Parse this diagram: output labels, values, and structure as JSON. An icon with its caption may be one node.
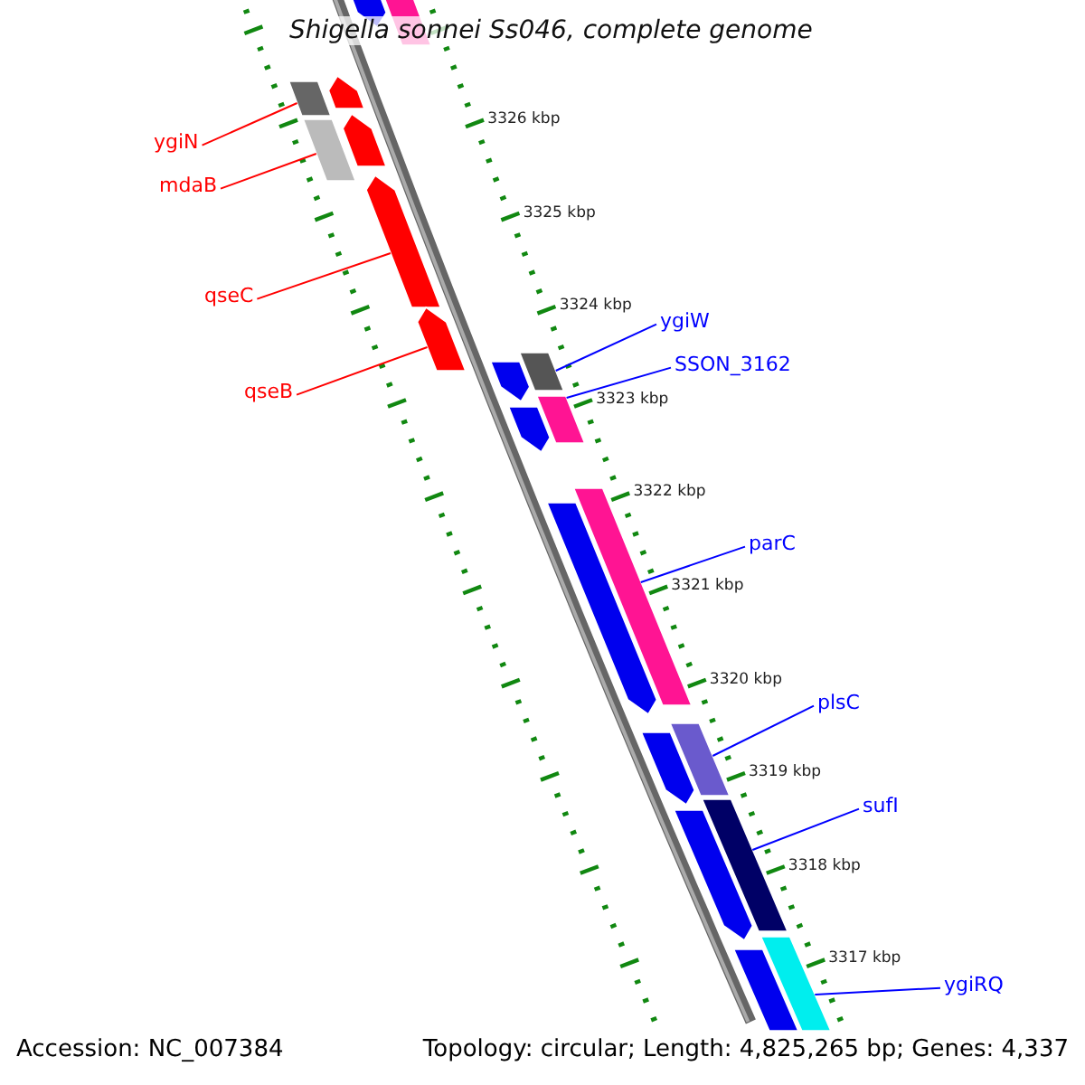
{
  "diagram": {
    "title": "Shigella sonnei Ss046, complete genome",
    "nodes": [
      {
        "text": [
          "ygiN"
        ]
      },
      {
        "text": [
          "mdaB"
        ]
      },
      {
        "text": [
          "qseC"
        ]
      },
      {
        "text": [
          "qseB"
        ]
      },
      {
        "text": [
          "ygiW"
        ]
      },
      {
        "text": [
          "SSON_3162"
        ]
      },
      {
        "text": [
          "parC"
        ]
      },
      {
        "text": [
          "plsC"
        ]
      },
      {
        "text": [
          "sufI"
        ]
      },
      {
        "text": [
          "ygiRQ"
        ]
      },
      {
        "text": [],
        "shape": "box"
      },
      {
        "text": [],
        "shape": "box"
      },
      {
        "text": [],
        "shape": "box"
      },
      {
        "text": [],
        "shape": "box"
      },
      {
        "text": [],
        "shape": "box"
      },
      {
        "text": [],
        "shape": "box"
      },
      {
        "text": [],
        "shape": "box"
      },
      {
        "text": [],
        "shape": "box"
      },
      {
        "text": [],
        "shape": "box"
      },
      {
        "text": [],
        "shape": "box"
      },
      {
        "text": [],
        "shape": "box"
      },
      {
        "text": [],
        "shape": "box"
      },
      {
        "text": [],
        "shape": "box"
      },
      {
        "text": [],
        "shape": "box"
      },
      {
        "text": [],
        "shape": "box"
      },
      {
        "text": [],
        "shape": "box"
      },
      {
        "text": [],
        "shape": "box"
      },
      {
        "text": [],
        "shape": "box"
      },
      {
        "text": [],
        "shape": "box"
      },
      {
        "text": [],
        "shape": "box"
      }
    ],
    "edges": [
      {
        "from": 0,
        "to": 10,
        "arrow": "none",
        "color": "#ff0000"
      },
      {
        "from": 1,
        "to": 11,
        "arrow": "none",
        "color": "#ff0000"
      },
      {
        "from": 2,
        "to": 12,
        "arrow": "none",
        "color": "#ff0000"
      },
      {
        "from": 3,
        "to": 13,
        "arrow": "none",
        "color": "#ff0000"
      },
      {
        "from": 4,
        "to": 14,
        "arrow": "none"
      },
      {
        "from": 5,
        "to": 15,
        "arrow": "none"
      },
      {
        "from": 6,
        "to": 16,
        "arrow": "none"
      },
      {
        "from": 7,
        "to": 17,
        "arrow": "none"
      },
      {
        "from": 8,
        "to": 18,
        "arrow": "none"
      },
      {
        "from": 9,
        "to": 19,
        "arrow": "none"
      }
    ],
    "labels": [
      "3326 kbp",
      "3325 kbp",
      "3324 kbp",
      "3323 kbp",
      "3322 kbp",
      "3321 kbp",
      "3320 kbp",
      "3319 kbp",
      "3318 kbp",
      "3317 kbp",
      "Accession: NC_007384",
      "Topology: circular; Length: 4,825,265 bp; Genes: 4,337"
    ]
  }
}
